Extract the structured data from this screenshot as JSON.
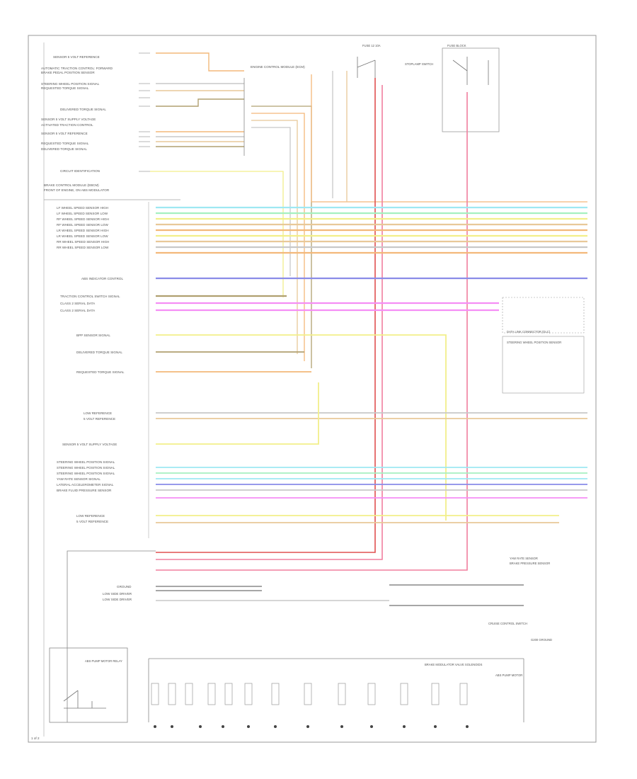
{
  "page_label": "1 of 2",
  "module_header": [
    "BRAKE CONTROL MODULE (EBCM)",
    "FRONT OF ENGINE, ON ABS MODULATOR"
  ],
  "left_labels_top": [
    "SENSOR 5 VOLT REFERENCE",
    "AUTOMATIC TRACTION CONTROL: FORWARD",
    "BRAKE PEDAL POSITION SENSOR",
    "STEERING WHEEL POSITION SIGNAL",
    "REQUESTED TORQUE SIGNAL",
    "DELIVERED TORQUE SIGNAL",
    "SENSOR 5 VOLT SUPPLY VOLTAGE",
    "ACTIVATED TRACTION CONTROL",
    "SENSOR 5 VOLT REFERENCE",
    "REQUESTED TORQUE SIGNAL",
    "DELIVERED TORQUE SIGNAL",
    "CIRCUIT IDENTIFICATION"
  ],
  "left_labels_speed": [
    "LF WHEEL SPEED SENSOR HIGH",
    "LF WHEEL SPEED SENSOR LOW",
    "RF WHEEL SPEED SENSOR HIGH",
    "RF WHEEL SPEED SENSOR LOW",
    "LR WHEEL SPEED SENSOR HIGH",
    "LR WHEEL SPEED SENSOR LOW",
    "RR WHEEL SPEED SENSOR HIGH",
    "RR WHEEL SPEED SENSOR LOW",
    "ABS INDICATOR CONTROL"
  ],
  "left_labels_data": [
    "TRACTION CONTROL SWITCH SIGNAL",
    "CLASS 2 SERIAL DATA",
    "CLASS 2 SERIAL DATA"
  ],
  "left_labels_mid": [
    "BPP SENSOR SIGNAL",
    "DELIVERED TORQUE SIGNAL",
    "REQUESTED TORQUE SIGNAL",
    "LOW REFERENCE",
    "5 VOLT REFERENCE",
    "SENSOR 5 VOLT SUPPLY VOLTAGE",
    "STEERING WHEEL POSITION SIGNAL",
    "STEERING WHEEL POSITION SIGNAL",
    "STEERING WHEEL POSITION SIGNAL",
    "YAW RATE SENSOR SIGNAL",
    "LATERAL ACCELEROMETER SIGNAL",
    "BRAKE FLUID PRESSURE SENSOR",
    "LOW REFERENCE",
    "5 VOLT REFERENCE"
  ],
  "left_labels_bottom": [
    "GROUND",
    "LOW SIDE DRIVER",
    "LOW SIDE DRIVER"
  ],
  "top_components": [
    "ENGINE CONTROL MODULE (ECM)",
    "FUSE 12 10A",
    "STOPLAMP SWITCH",
    "FUSE BLOCK"
  ],
  "right_labels": [
    "STEERING WHEEL POSITION SENSOR",
    "DATA LINK CONNECTOR (DLC)",
    "YAW RATE SENSOR",
    "BRAKE PRESSURE SENSOR",
    "CRUISE CONTROL SWITCH",
    "G200 GROUND"
  ],
  "bottom_components": [
    "ABS PUMP MOTOR RELAY",
    "BRAKE MODULATOR VALVE SOLENOIDS",
    "ABS PUMP MOTOR"
  ],
  "wire_colors": {
    "orange": "#f3b87a",
    "cyan": "#9ee8f2",
    "blue": "#8a8ce8",
    "magenta": "#f58ef5",
    "yellow": "#f2ef8a",
    "pink": "#f07f9e",
    "olive": "#b0a070",
    "tan": "#e8c898",
    "green": "#a6f0c0",
    "gray": "#c8c8c8"
  }
}
